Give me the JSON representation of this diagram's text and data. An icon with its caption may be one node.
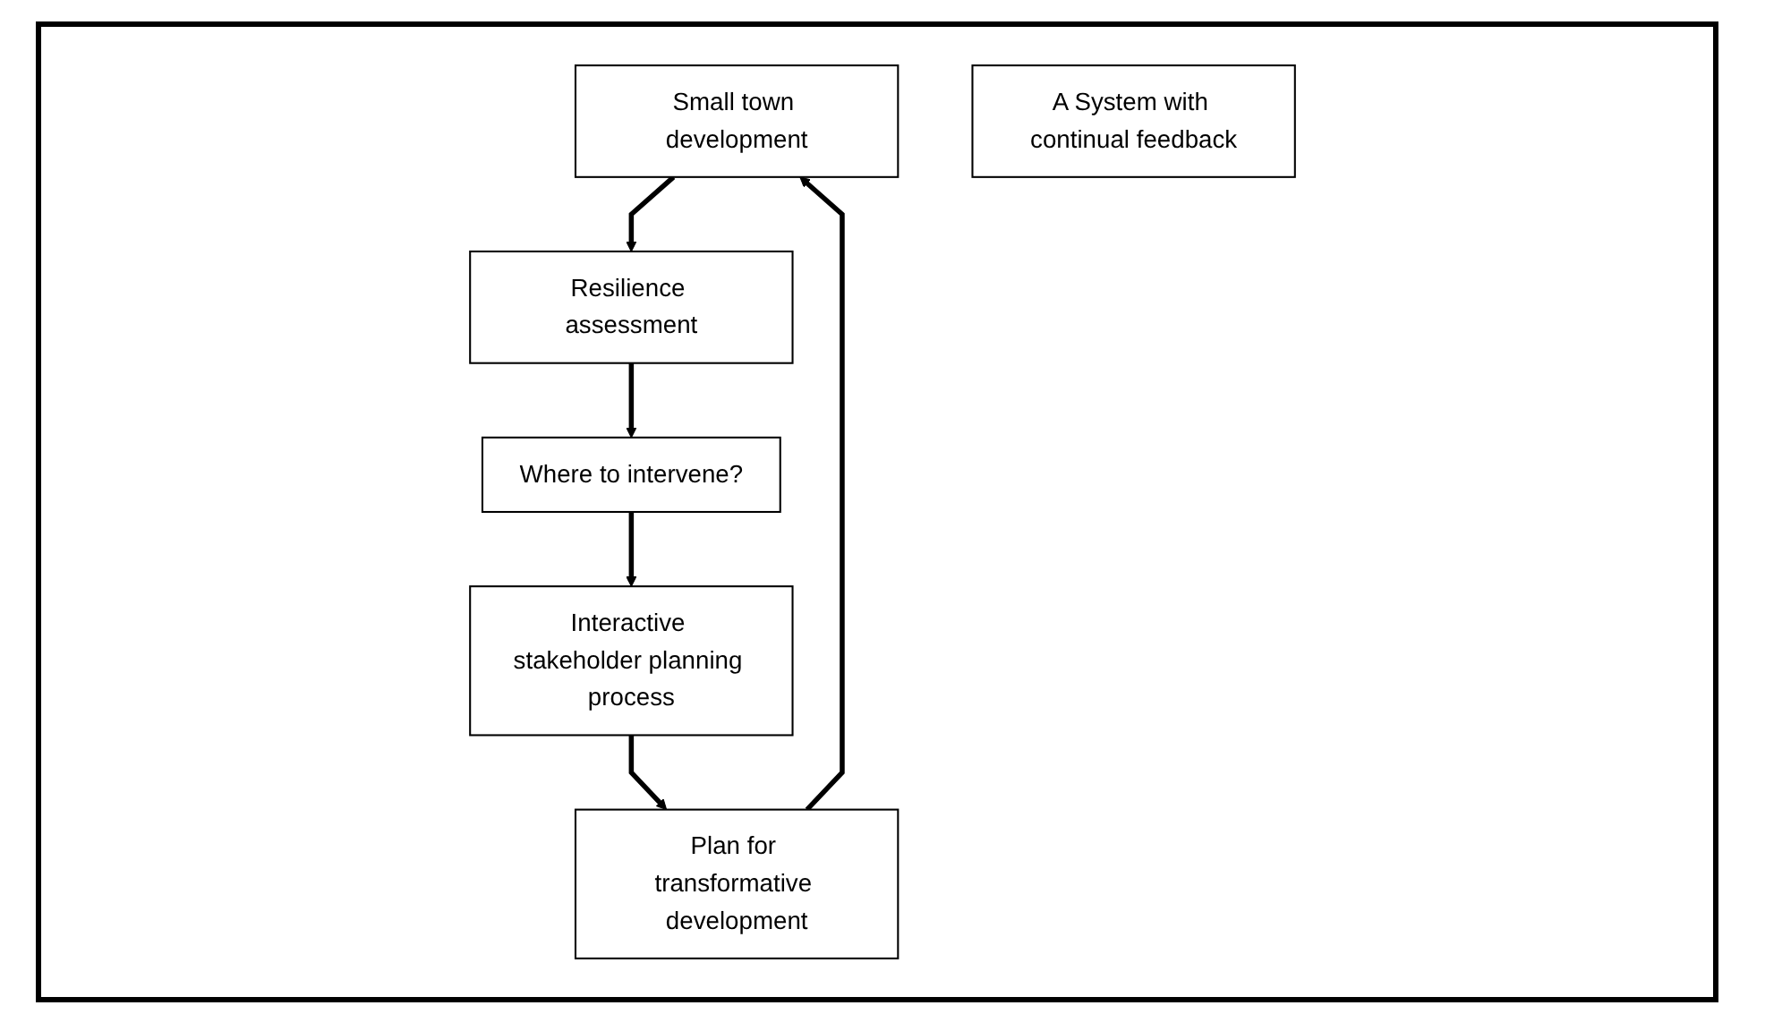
{
  "diagram": {
    "nodes": [
      {
        "text": [
          "Small town development"
        ]
      },
      {
        "text": [
          "Resilience assessment"
        ]
      },
      {
        "text": [
          "A System with continual feedback"
        ]
      },
      {
        "text": [
          "Plan for transformative development"
        ]
      },
      {
        "text": [
          "Where to intervene?"
        ]
      },
      {
        "text": [
          "Interactive stakeholder planning process"
        ]
      }
    ],
    "edges": [
      {
        "from": 0,
        "to": 1,
        "arrow": "to"
      },
      {
        "from": 1,
        "to": 4,
        "arrow": "to"
      },
      {
        "from": 4,
        "to": 5,
        "arrow": "to"
      },
      {
        "from": 5,
        "to": 3,
        "arrow": "to"
      },
      {
        "from": 3,
        "to": 0,
        "arrow": "to"
      }
    ]
  }
}
